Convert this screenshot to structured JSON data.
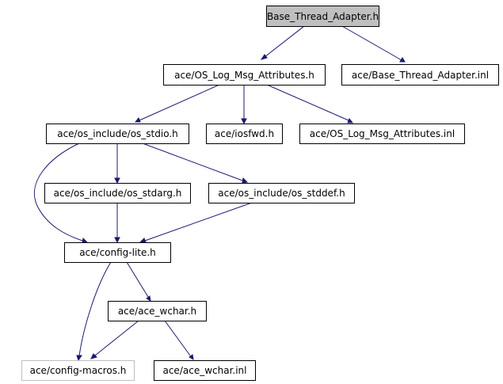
{
  "graph": {
    "nodes": [
      {
        "id": "base_thread_adapter_h",
        "label": "Base_Thread_Adapter.h",
        "style": "root"
      },
      {
        "id": "os_log_msg_attributes_h",
        "label": "ace/OS_Log_Msg_Attributes.h",
        "style": "normal"
      },
      {
        "id": "base_thread_adapter_inl",
        "label": "ace/Base_Thread_Adapter.inl",
        "style": "normal"
      },
      {
        "id": "os_stdio_h",
        "label": "ace/os_include/os_stdio.h",
        "style": "normal"
      },
      {
        "id": "iosfwd_h",
        "label": "ace/iosfwd.h",
        "style": "normal"
      },
      {
        "id": "os_log_msg_attributes_inl",
        "label": "ace/OS_Log_Msg_Attributes.inl",
        "style": "normal"
      },
      {
        "id": "os_stdarg_h",
        "label": "ace/os_include/os_stdarg.h",
        "style": "normal"
      },
      {
        "id": "os_stddef_h",
        "label": "ace/os_include/os_stddef.h",
        "style": "normal"
      },
      {
        "id": "config_lite_h",
        "label": "ace/config-lite.h",
        "style": "normal"
      },
      {
        "id": "ace_wchar_h",
        "label": "ace/ace_wchar.h",
        "style": "normal"
      },
      {
        "id": "config_macros_h",
        "label": "ace/config-macros.h",
        "style": "undocumented"
      },
      {
        "id": "ace_wchar_inl",
        "label": "ace/ace_wchar.inl",
        "style": "normal"
      }
    ],
    "edges": [
      {
        "from": "base_thread_adapter_h",
        "to": "os_log_msg_attributes_h"
      },
      {
        "from": "base_thread_adapter_h",
        "to": "base_thread_adapter_inl"
      },
      {
        "from": "os_log_msg_attributes_h",
        "to": "os_stdio_h"
      },
      {
        "from": "os_log_msg_attributes_h",
        "to": "iosfwd_h"
      },
      {
        "from": "os_log_msg_attributes_h",
        "to": "os_log_msg_attributes_inl"
      },
      {
        "from": "os_stdio_h",
        "to": "os_stdarg_h"
      },
      {
        "from": "os_stdio_h",
        "to": "os_stddef_h"
      },
      {
        "from": "os_stdio_h",
        "to": "config_lite_h"
      },
      {
        "from": "os_stdarg_h",
        "to": "config_lite_h"
      },
      {
        "from": "os_stddef_h",
        "to": "config_lite_h"
      },
      {
        "from": "config_lite_h",
        "to": "ace_wchar_h"
      },
      {
        "from": "config_lite_h",
        "to": "config_macros_h"
      },
      {
        "from": "ace_wchar_h",
        "to": "config_macros_h"
      },
      {
        "from": "ace_wchar_h",
        "to": "ace_wchar_inl"
      }
    ]
  }
}
